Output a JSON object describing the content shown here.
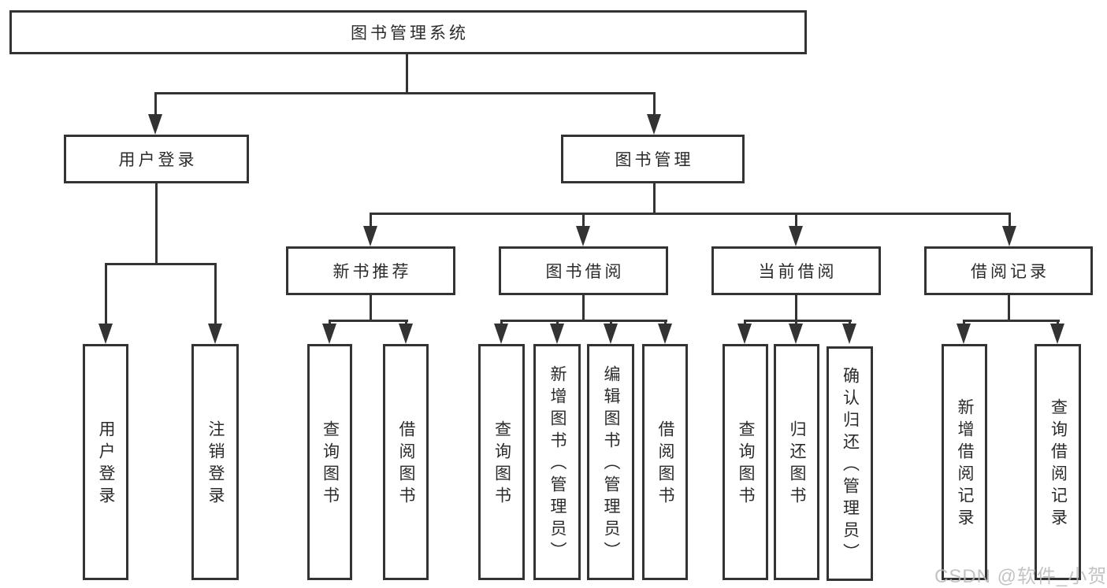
{
  "tree": {
    "label": "图书管理系统",
    "children": [
      {
        "label": "用户登录",
        "children": [
          {
            "label": "用户登录"
          },
          {
            "label": "注销登录"
          }
        ]
      },
      {
        "label": "图书管理",
        "children": [
          {
            "label": "新书推荐",
            "children": [
              {
                "label": "查询图书"
              },
              {
                "label": "借阅图书"
              }
            ]
          },
          {
            "label": "图书借阅",
            "children": [
              {
                "label": "查询图书"
              },
              {
                "label": "新增图书（管理员）"
              },
              {
                "label": "编辑图书（管理员）"
              },
              {
                "label": "借阅图书"
              }
            ]
          },
          {
            "label": "当前借阅",
            "children": [
              {
                "label": "查询图书"
              },
              {
                "label": "归还图书"
              },
              {
                "label": "确认归还（管理员）"
              }
            ]
          },
          {
            "label": "借阅记录",
            "children": [
              {
                "label": "新增借阅记录"
              },
              {
                "label": "查询借阅记录"
              }
            ]
          }
        ]
      }
    ]
  },
  "watermark": {
    "text": "CSDN @软件_小贺同学"
  },
  "colors": {
    "line": "#333333",
    "box_border": "#333333",
    "box_fill": "#ffffff",
    "text": "#2b2b2b",
    "background": "#ffffff",
    "watermark": "#b9b9b9"
  }
}
